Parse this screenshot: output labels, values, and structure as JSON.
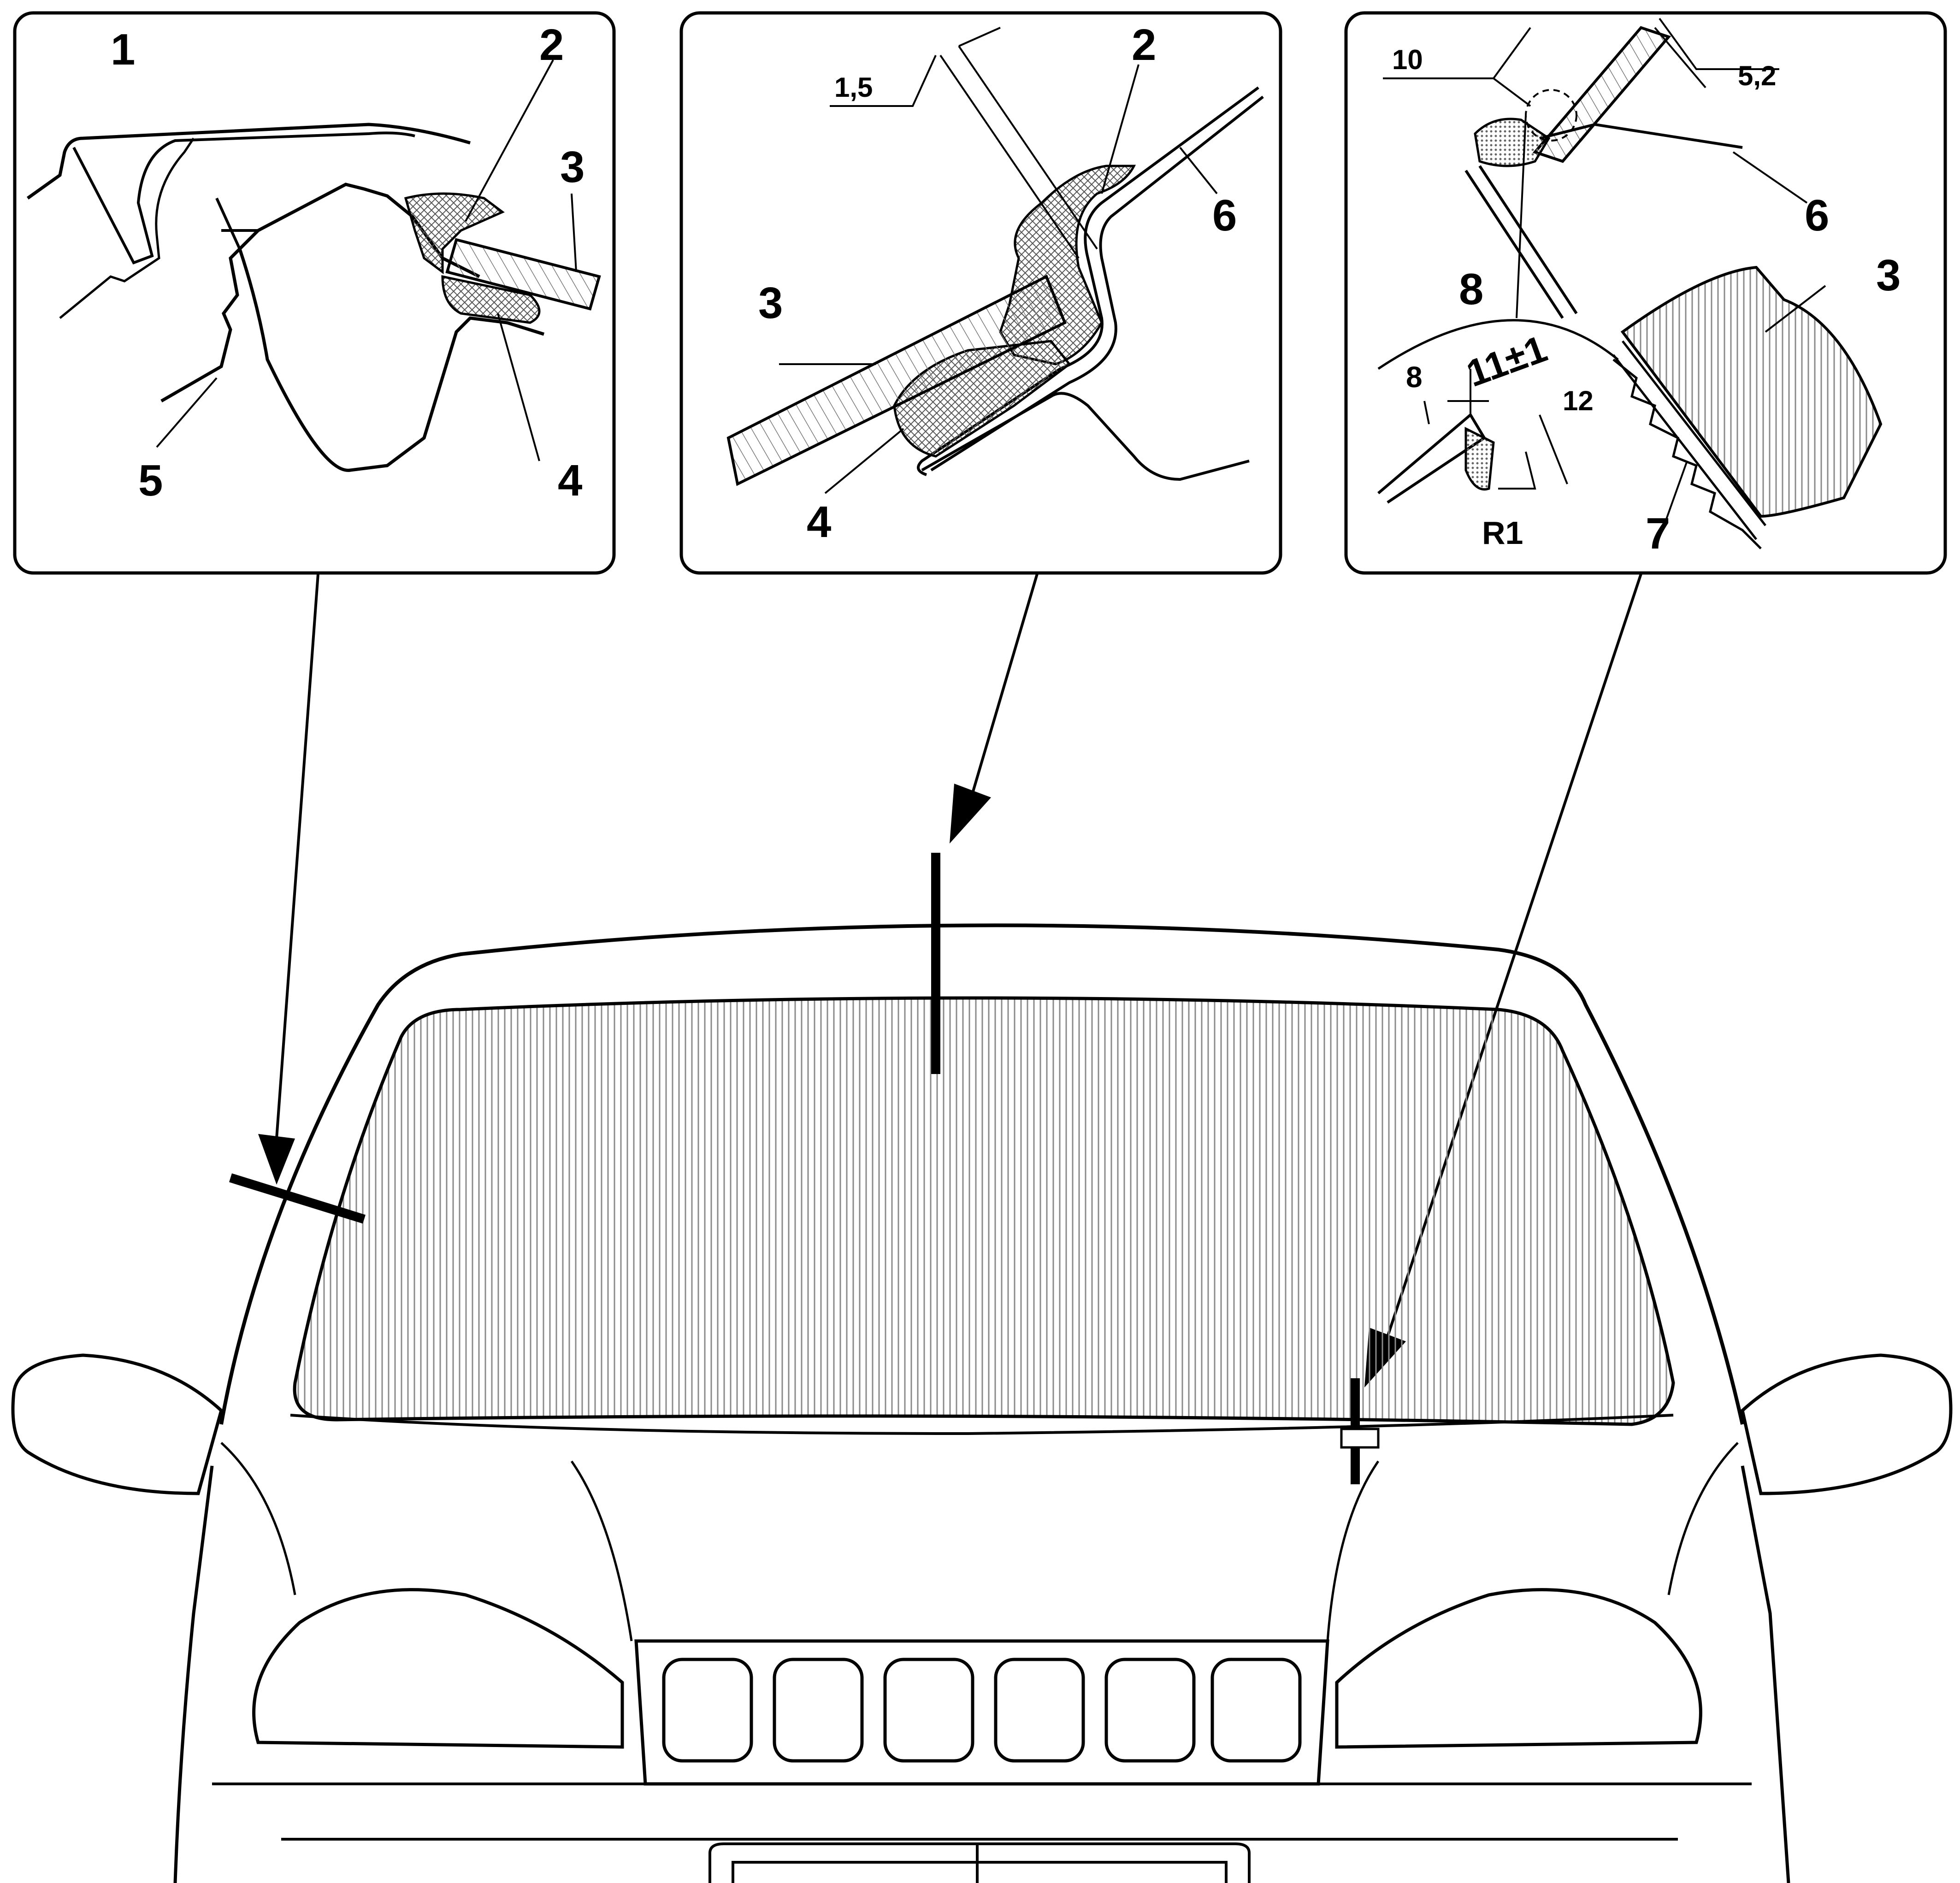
{
  "panels": {
    "left": {
      "labels": [
        "1",
        "2",
        "3",
        "4",
        "5"
      ]
    },
    "middle": {
      "labels": [
        "2",
        "6",
        "3",
        "4"
      ],
      "dimension": "1,5"
    },
    "right": {
      "labels": [
        "6",
        "8",
        "3",
        "7"
      ],
      "dimensions": {
        "top_left": "10",
        "top_right": "5,2",
        "small_8": "8",
        "width": "11±1",
        "depth": "12",
        "radius": "R1"
      }
    }
  },
  "colors": {
    "line": "#000000",
    "background": "#ffffff",
    "seal_fill": "#999999",
    "glass_fill": "#cccccc"
  }
}
